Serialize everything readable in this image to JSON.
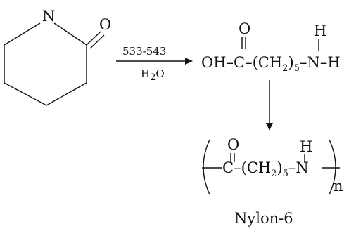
{
  "reaction": {
    "reactant": {
      "ring_n": "N",
      "carbonyl_o": "O"
    },
    "conditions": {
      "above": "533-543",
      "below_main": "H",
      "below_sub": "2",
      "below_tail": "O"
    },
    "product": {
      "o": "O",
      "h": "H",
      "prefix": "OH–C–(CH",
      "sub": "2",
      "close": ")",
      "sub2": "5",
      "tail": "–N–H"
    },
    "polymer": {
      "o": "O",
      "h": "H",
      "main": "C–(CH",
      "sub": "2",
      "close": ")",
      "sub2": "5",
      "tail": "–N",
      "repeat": "n",
      "name": "Nylon-6"
    }
  }
}
